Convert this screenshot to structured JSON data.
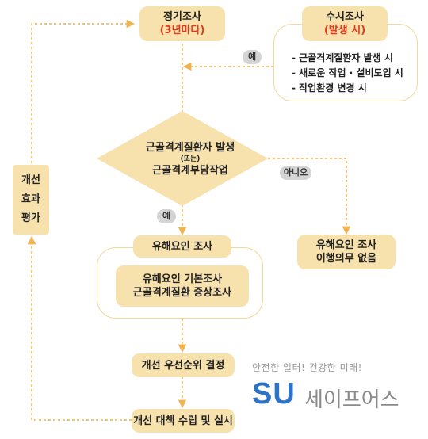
{
  "regular_survey": {
    "title": "정기조사",
    "period": "(3년마다)"
  },
  "occasional_survey": {
    "title": "수시조사",
    "condition": "(발생 시)",
    "triggers": [
      "- 근골격계질환자 발생 시",
      "- 새로운 작업 · 설비도입 시",
      "- 작업환경 변경 시"
    ]
  },
  "decision": {
    "line1": "근골격계질환자 발생",
    "line2": "(또는)",
    "line3": "근골격계부담작업"
  },
  "labels": {
    "yes_top": "예",
    "no": "아니오",
    "yes": "예"
  },
  "hazard_survey": {
    "title": "유해요인 조사",
    "inner_line1": "유해요인 기본조사",
    "inner_line2": "근골격계질환 증상조사"
  },
  "no_obligation": {
    "line1": "유해요인 조사",
    "line2": "이행의무 없음"
  },
  "priority": "개선 우선순위 결정",
  "measures": "개선 대책 수립 및 실시",
  "evaluation": [
    "개선",
    "효과",
    "평가"
  ],
  "brand": {
    "tagline": "안전한 일터! 건강한 미래!",
    "logo": "SU",
    "name": "세이프어스"
  },
  "colors": {
    "box": "#f7e2ad",
    "accent": "#e03a1e",
    "arrow": "#f2b24c",
    "brand": "#2f73c9"
  }
}
